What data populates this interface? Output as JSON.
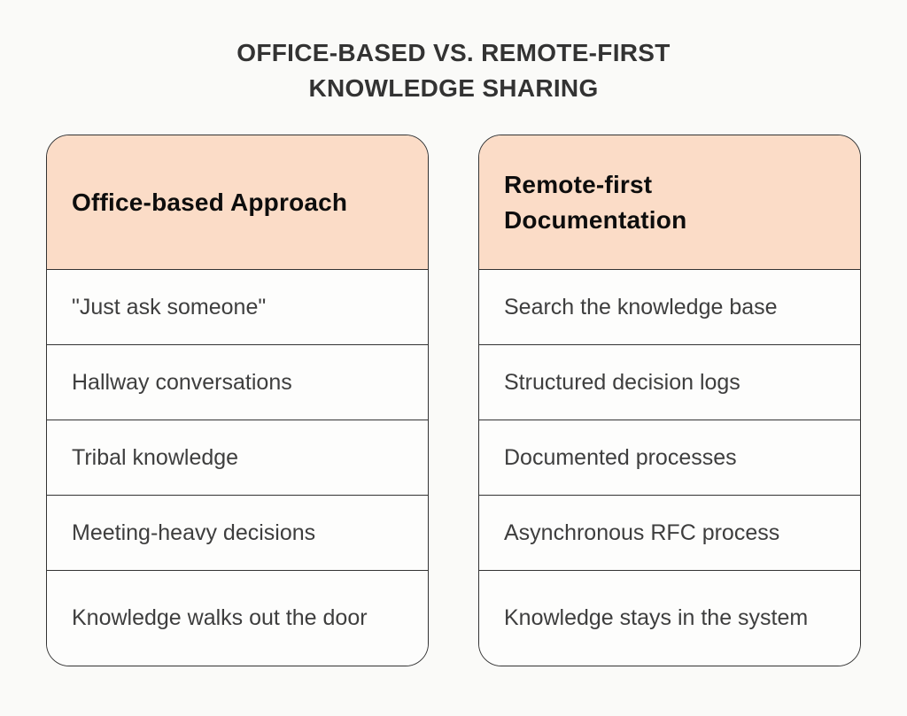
{
  "title": {
    "line1": "OFFICE-BASED VS. REMOTE-FIRST",
    "line2": "KNOWLEDGE SHARING"
  },
  "comparison": {
    "left": {
      "header": "Office-based Approach",
      "rows": [
        "\"Just ask someone\"",
        "Hallway conversations",
        "Tribal knowledge",
        "Meeting-heavy decisions",
        "Knowledge walks out the door"
      ]
    },
    "right": {
      "header": "Remote-first\nDocumentation",
      "rows": [
        "Search the knowledge base",
        "Structured decision logs",
        "Documented processes",
        "Asynchronous RFC process",
        "Knowledge stays in the system"
      ]
    }
  },
  "colors": {
    "background": "#FAFAF8",
    "card_header_fill": "#FBDCC7",
    "card_row_fill": "#FDFDFC",
    "border": "#333333",
    "title_text": "#333333",
    "row_text": "#3E3E3E",
    "header_text": "#0D0D0D"
  }
}
